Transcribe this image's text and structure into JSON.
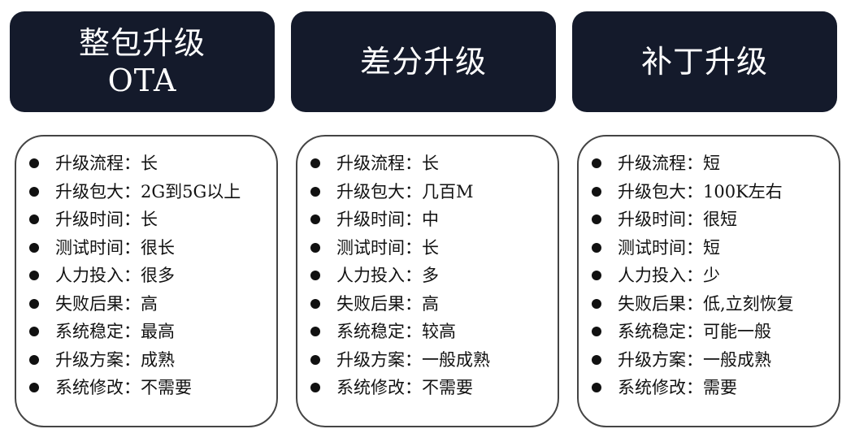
{
  "columns": [
    {
      "title_lines": [
        "整包升级",
        "OTA"
      ],
      "items": [
        {
          "label": "升级流程：",
          "value": "长"
        },
        {
          "label": "升级包大：",
          "value": "2G到5G以上"
        },
        {
          "label": "升级时间：",
          "value": "长"
        },
        {
          "label": "测试时间：",
          "value": "很长"
        },
        {
          "label": "人力投入：",
          "value": "很多"
        },
        {
          "label": "失败后果：",
          "value": "高"
        },
        {
          "label": "系统稳定：",
          "value": "最高"
        },
        {
          "label": "升级方案：",
          "value": "成熟"
        },
        {
          "label": "系统修改：",
          "value": "不需要"
        }
      ]
    },
    {
      "title_lines": [
        "差分升级"
      ],
      "items": [
        {
          "label": "升级流程：",
          "value": "长"
        },
        {
          "label": "升级包大：",
          "value": "几百M"
        },
        {
          "label": "升级时间：",
          "value": "中"
        },
        {
          "label": "测试时间：",
          "value": "长"
        },
        {
          "label": "人力投入：",
          "value": "多"
        },
        {
          "label": "失败后果：",
          "value": "高"
        },
        {
          "label": "系统稳定：",
          "value": "较高"
        },
        {
          "label": "升级方案：",
          "value": "一般成熟"
        },
        {
          "label": "系统修改：",
          "value": "不需要"
        }
      ]
    },
    {
      "title_lines": [
        "补丁升级"
      ],
      "items": [
        {
          "label": "升级流程：",
          "value": "短"
        },
        {
          "label": "升级包大：",
          "value": "100K左右"
        },
        {
          "label": "升级时间：",
          "value": "很短"
        },
        {
          "label": "测试时间：",
          "value": "短"
        },
        {
          "label": "人力投入：",
          "value": "少"
        },
        {
          "label": "失败后果：",
          "value": "低,立刻恢复"
        },
        {
          "label": "系统稳定：",
          "value": "可能一般"
        },
        {
          "label": "升级方案：",
          "value": "一般成熟"
        },
        {
          "label": "系统修改：",
          "value": "需要"
        }
      ]
    }
  ],
  "colors": {
    "header_bg": "#141a2b",
    "header_text": "#ffffff",
    "card_border": "#444444",
    "text": "#111111"
  }
}
